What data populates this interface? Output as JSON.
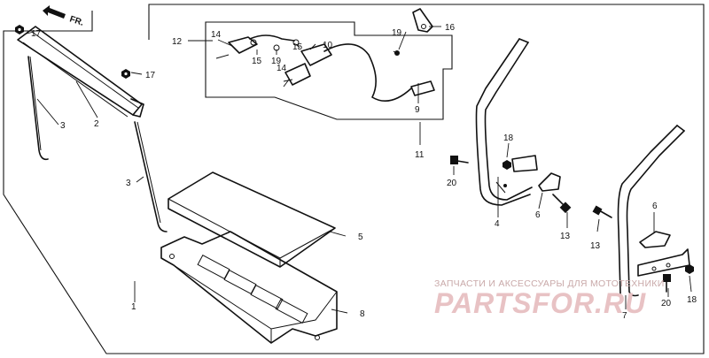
{
  "direction_label": "FR.",
  "labels": {
    "p1": "1",
    "p2": "2",
    "p3a": "3",
    "p3b": "3",
    "p4": "4",
    "p5": "5",
    "p6a": "6",
    "p6b": "6",
    "p7": "7",
    "p8": "8",
    "p9": "9",
    "p10": "10",
    "p11": "11",
    "p12": "12",
    "p13a": "13",
    "p13b": "13",
    "p14a": "14",
    "p14b": "14",
    "p15a": "15",
    "p15b": "15",
    "p16": "16",
    "p17a": "17",
    "p17b": "17",
    "p18a": "18",
    "p18b": "18",
    "p19a": "19",
    "p19b": "19",
    "p20a": "20",
    "p20b": "20"
  },
  "watermark": {
    "caption": "ЗАПЧАСТИ И АКСЕССУАРЫ ДЛЯ МОТОТЕХНИКИ",
    "logo": "PARTSFOR.RU"
  }
}
